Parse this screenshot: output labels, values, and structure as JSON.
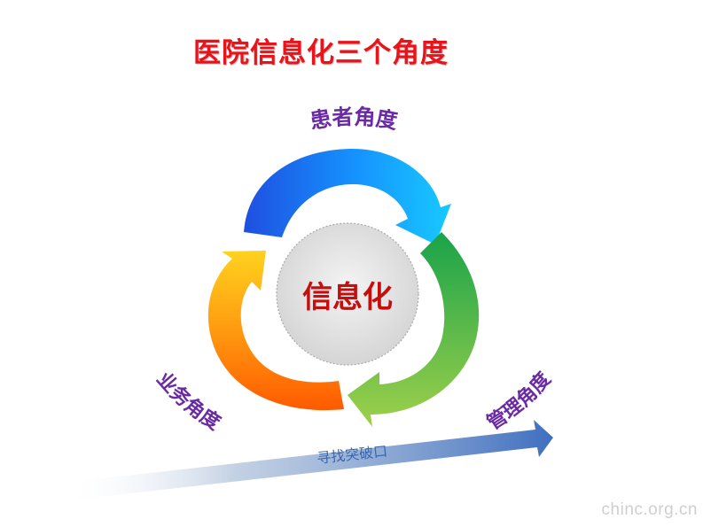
{
  "title": "医院信息化三个角度",
  "diagram": {
    "center": "信息化",
    "labels": {
      "patient": "患者角度",
      "business": "业务角度",
      "management": "管理角度"
    },
    "bottom_arrow": "寻找突破口"
  },
  "watermark": "chinc.org.cn",
  "colors": {
    "title": "#e8141b",
    "center_text": "#c40f0f",
    "label_text": "#6a2aa3",
    "arc_blue_start": "#1f4fe0",
    "arc_blue_end": "#19c9ff",
    "arc_green_start": "#19a34a",
    "arc_green_end": "#9fd04a",
    "arc_orange_start": "#ff5a00",
    "arc_orange_end": "#ffd21e",
    "bottom_arrow": "#3f6fbf"
  }
}
